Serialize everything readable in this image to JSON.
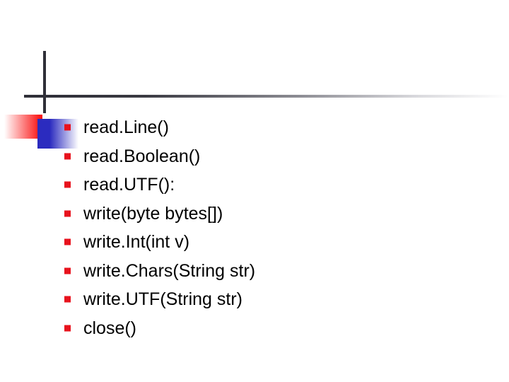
{
  "slide": {
    "background_color": "#ffffff",
    "decoration": {
      "name": "corner-logo-graphic",
      "blocks": [
        {
          "name": "yellow-block",
          "color": "#fdc400"
        },
        {
          "name": "blue-block",
          "color": "#2b2bbf"
        },
        {
          "name": "red-block",
          "color": "#fb1a1a"
        }
      ],
      "rule_color": "#2f2f38"
    },
    "bullets": {
      "marker_color": "#e8121d",
      "text_color": "#000000",
      "items": [
        {
          "label": "read.Line()"
        },
        {
          "label": "read.Boolean()"
        },
        {
          "label": "read.UTF():"
        },
        {
          "label": "write(byte bytes[])"
        },
        {
          "label": "write.Int(int v)"
        },
        {
          "label": "write.Chars(String str)"
        },
        {
          "label": "write.UTF(String str)"
        },
        {
          "label": "close()"
        }
      ]
    }
  }
}
